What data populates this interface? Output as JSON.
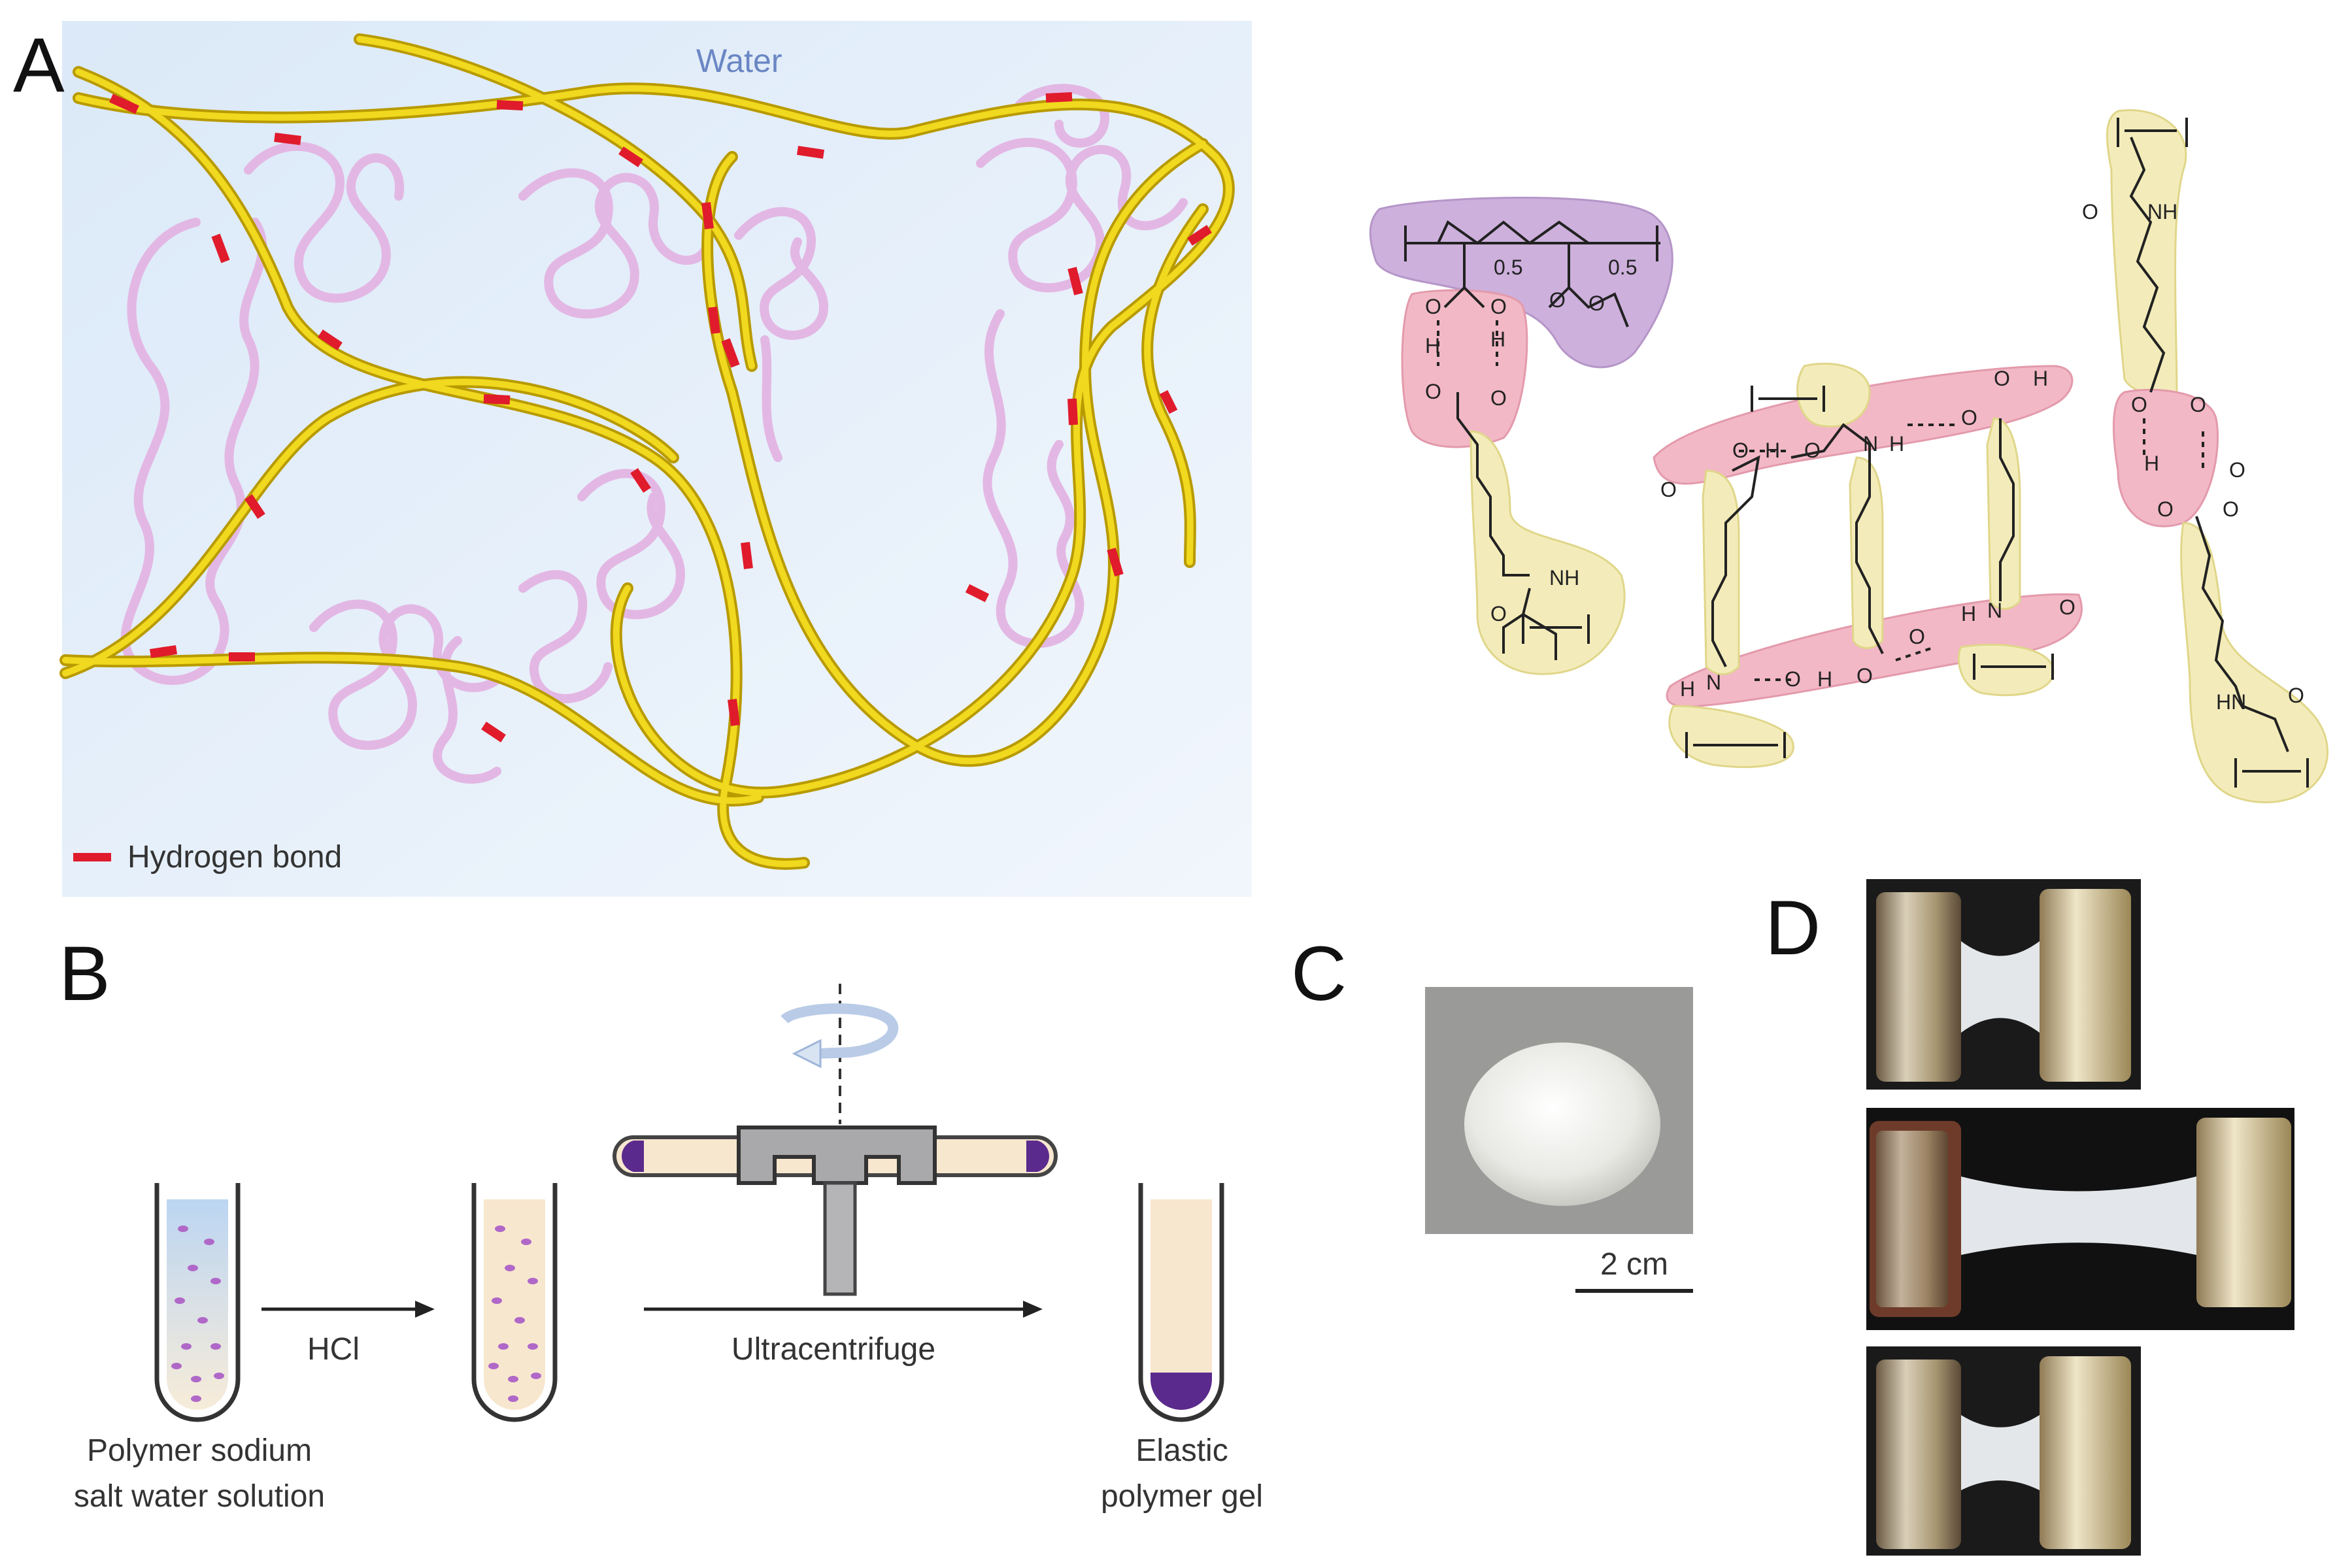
{
  "panels": {
    "a": {
      "letter": "A",
      "water_label": "Water",
      "legend_label": "Hydrogen bond",
      "colors": {
        "background": "#e4eef9",
        "backbone": "#e7cc16",
        "coil": "#e3b7e4",
        "hbond": "#e01b2c"
      },
      "chem": {
        "sub_a": "0.5",
        "sub_b": "0.5",
        "o": "O",
        "h": "H",
        "n": "N",
        "nh": "NH",
        "hn": "HN"
      }
    },
    "b": {
      "letter": "B",
      "left_tube_caption_line1": "Polymer sodium",
      "left_tube_caption_line2": "salt water solution",
      "reagent_label": "HCl",
      "process_label": "Ultracentrifuge",
      "right_tube_caption_line1": "Elastic",
      "right_tube_caption_line2": "polymer gel",
      "colors": {
        "solution": "#cfe0f5",
        "particles": "#b068c8",
        "gel": "#5a2a8c",
        "cream": "#f8e7cf"
      }
    },
    "c": {
      "letter": "C",
      "scale_bar_label": "2 cm"
    },
    "d": {
      "letter": "D"
    }
  }
}
